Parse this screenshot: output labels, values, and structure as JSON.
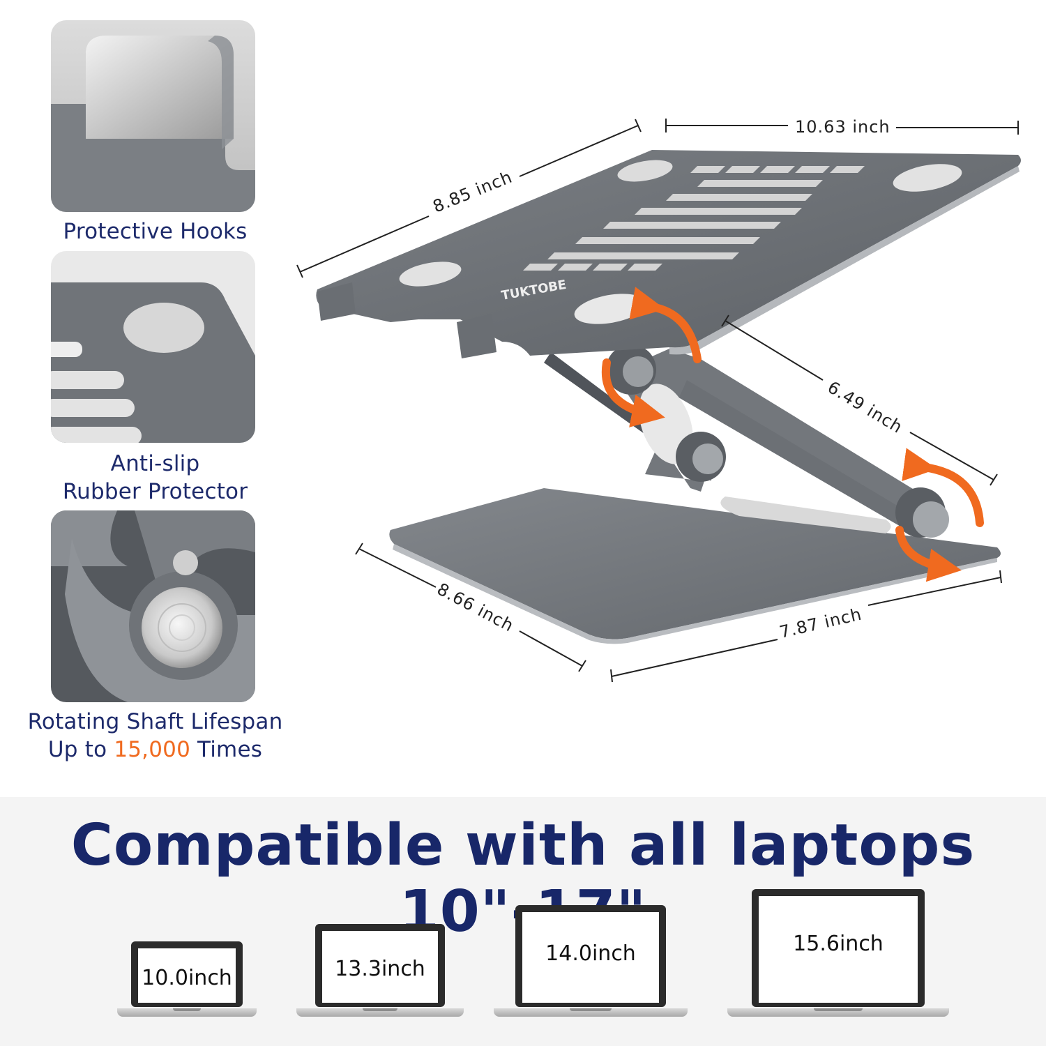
{
  "features": [
    {
      "id": "hooks",
      "caption_lines": [
        "Protective Hooks"
      ]
    },
    {
      "id": "rubber",
      "caption_lines": [
        "Anti-slip",
        "Rubber Protector"
      ]
    },
    {
      "id": "shaft",
      "caption_lines": [
        "Rotating Shaft Lifespan"
      ],
      "caption_prefix": "Up to ",
      "caption_highlight": "15,000",
      "caption_suffix": " Times"
    }
  ],
  "product": {
    "brand": "TUKTOBE",
    "dimensions": {
      "top_width": "10.63 inch",
      "top_depth": "8.85 inch",
      "arm_length": "6.49 inch",
      "base_depth": "8.66 inch",
      "base_width": "7.87 inch"
    }
  },
  "compatibility": {
    "title": "Compatible with all laptops 10\"-17\"",
    "sizes": [
      "10.0inch",
      "13.3inch",
      "14.0inch",
      "15.6inch"
    ]
  },
  "colors": {
    "navy": "#1d2a6b",
    "accent_orange": "#f06a1f",
    "aluminum_gray": "#6b6e72"
  }
}
